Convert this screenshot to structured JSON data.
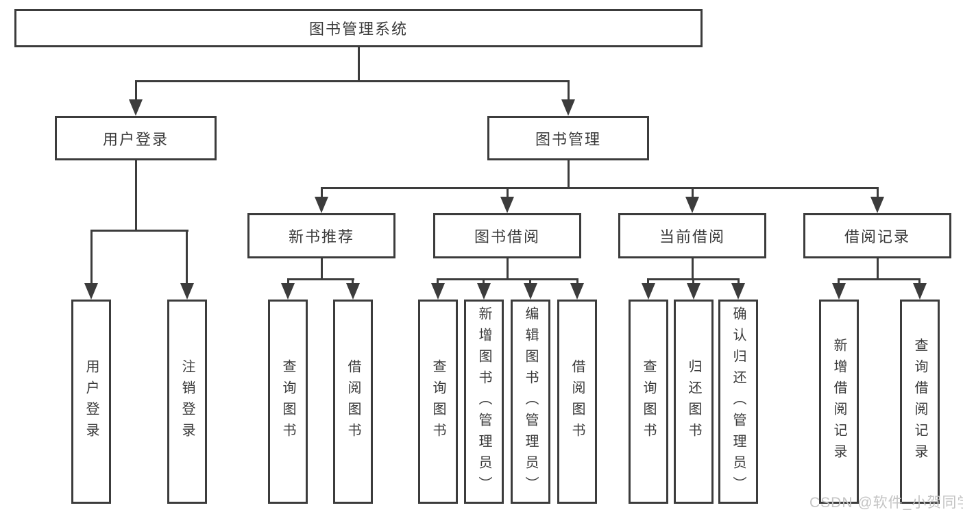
{
  "diagram": {
    "root": "图书管理系统",
    "level2": {
      "login": "用户登录",
      "manage": "图书管理"
    },
    "level3": {
      "recommend": "新书推荐",
      "borrow": "图书借阅",
      "current": "当前借阅",
      "records": "借阅记录"
    },
    "leaves": {
      "login": [
        "用户登录",
        "注销登录"
      ],
      "recommend": [
        "查询图书",
        "借阅图书"
      ],
      "borrow": [
        "查询图书",
        "新增图书（管理员）",
        "编辑图书（管理员）",
        "借阅图书"
      ],
      "current": [
        "查询图书",
        "归还图书",
        "确认归还（管理员）"
      ],
      "records": [
        "新增借阅记录",
        "查询借阅记录"
      ]
    }
  },
  "watermark": {
    "text": "CSDN @软件_小贺同学"
  },
  "colors": {
    "line": "#3c3c3c",
    "text": "#3a3a3a",
    "background": "#ffffff",
    "watermark": "#c4c4c4"
  }
}
